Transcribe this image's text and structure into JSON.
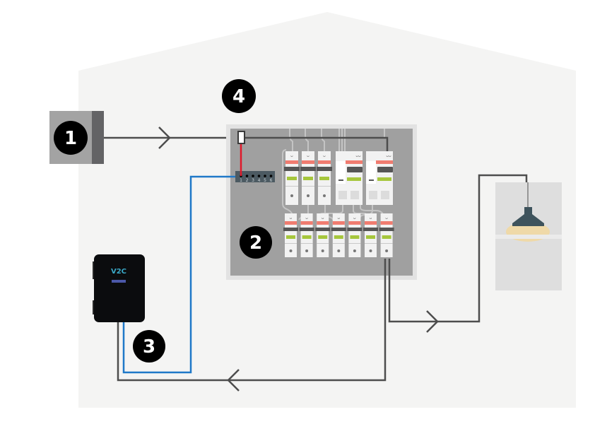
{
  "diagram": {
    "type": "home electrical installation with EV charger",
    "colors": {
      "house_fill": "#f4f4f3",
      "background": "#ffffff",
      "wire": "#4d4d4d",
      "data_cable": "#1f78c8",
      "red_wire": "#e0192b",
      "panel_outer": "#e2e2e2",
      "panel_inner": "#a0a0a0",
      "breaker_body": "#f2f2f2",
      "breaker_red_band": "#f07c70",
      "breaker_green_window": "#a6c63c",
      "breaker_lever": "#555555",
      "terminal_block": "#4c5a62",
      "charger_body": "#0b0c0e",
      "charger_led": "#4b58a8",
      "brand_color": "#3aa8c7",
      "lamp_shade": "#3e535c",
      "lamp_glow": "#efd9a8",
      "room_window": "#dedede",
      "badge_fill": "#000000",
      "badge_text": "#ffffff"
    },
    "callouts": [
      {
        "id": "1",
        "label": "1",
        "target": "utility-meter"
      },
      {
        "id": "2",
        "label": "2",
        "target": "distribution-panel"
      },
      {
        "id": "3",
        "label": "3",
        "target": "ev-charger"
      },
      {
        "id": "4",
        "label": "4",
        "target": "current-sensor-clamp"
      }
    ],
    "terminal_block": {
      "labels": [
        "1",
        "2",
        "3",
        "4",
        "5",
        "6"
      ]
    },
    "charger": {
      "brand": "V2C"
    },
    "panel": {
      "top_row_single_breakers": 3,
      "top_row_differential_breakers": 2,
      "bottom_row_breakers": 7
    },
    "flow_arrows": [
      {
        "name": "grid-to-panel",
        "direction": "right"
      },
      {
        "name": "panel-to-lamp",
        "direction": "right"
      },
      {
        "name": "panel-to-charger",
        "direction": "left"
      }
    ]
  }
}
